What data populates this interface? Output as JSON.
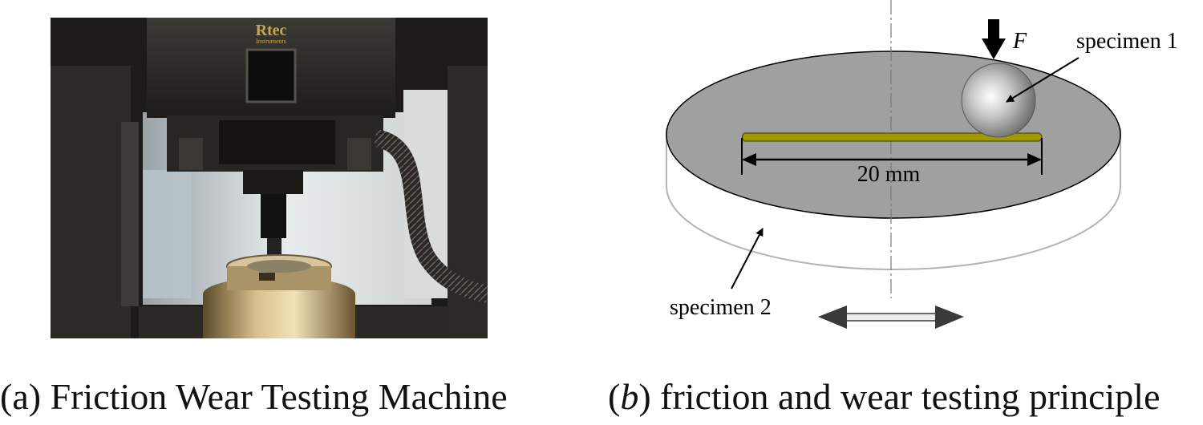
{
  "photo": {
    "brand_text": "Rtec",
    "brand_subtext": "Instruments"
  },
  "diagram": {
    "force_label": "F",
    "specimen1_label": "specimen 1",
    "specimen2_label": "specimen 2",
    "dimension_label": "20 mm",
    "colors": {
      "disk_top": "#a0a0a0",
      "wear_track": "#a09a00",
      "arrow": "#3a3a3a"
    }
  },
  "captions": {
    "a_prefix": "(a) ",
    "a_text": "Friction Wear Testing Machine",
    "b_open": "(",
    "b_letter": "b",
    "b_close": ") ",
    "b_text": "friction and wear testing principle"
  }
}
